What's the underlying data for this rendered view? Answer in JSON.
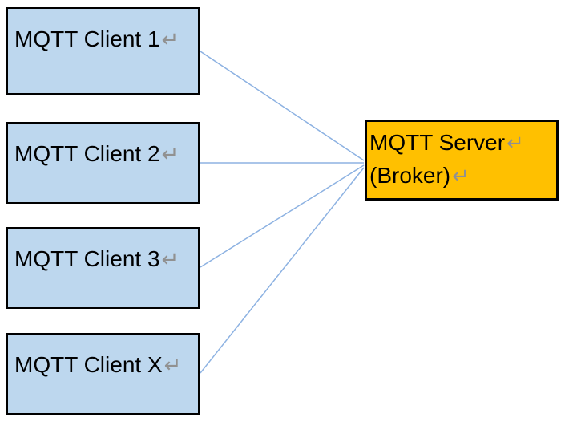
{
  "clients": [
    {
      "label": "MQTT Client 1"
    },
    {
      "label": "MQTT Client 2"
    },
    {
      "label": "MQTT Client 3"
    },
    {
      "label": "MQTT Client X"
    }
  ],
  "server": {
    "line1": "MQTT Server",
    "line2": "(Broker)"
  },
  "marks": {
    "paragraph_return": "↵"
  },
  "colors": {
    "client_fill": "#BDD7EE",
    "server_fill": "#FFC000",
    "box_border": "#000000",
    "connector": "#8DB2E2",
    "return_mark": "#919191",
    "text": "#000000",
    "background": "#FFFFFF"
  }
}
